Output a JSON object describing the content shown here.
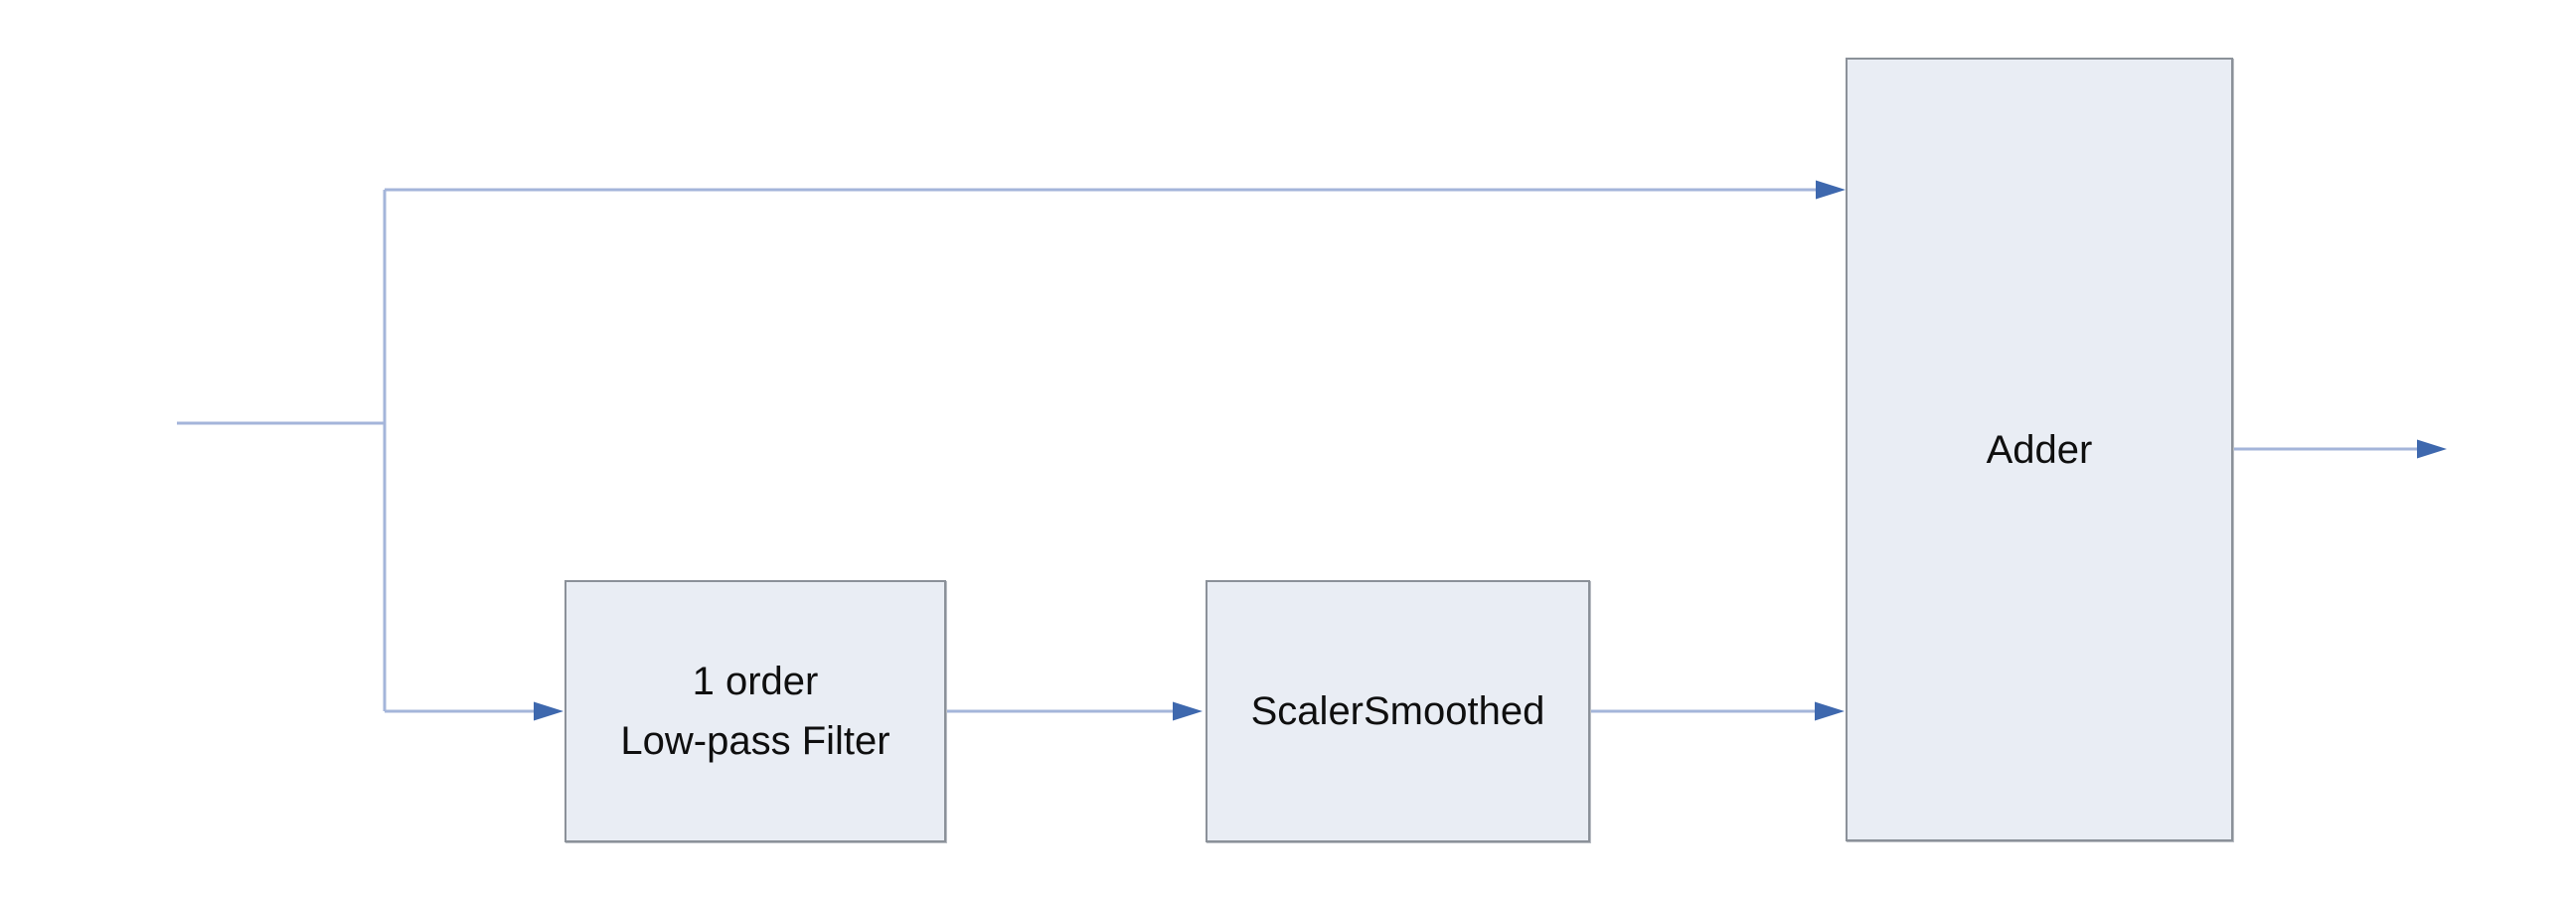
{
  "colors": {
    "background": "#ffffff",
    "connector_line": "#a4b5da",
    "arrowhead": "#3e68ae",
    "node_fill": "#e9edf4",
    "node_border": "#8b9199",
    "node_text": "#0f0f0f"
  },
  "nodes": {
    "lowpass": {
      "line1": "1 order",
      "line2": "Low-pass Filter"
    },
    "scaler": {
      "label": "ScalerSmoothed"
    },
    "adder": {
      "label": "Adder"
    }
  }
}
